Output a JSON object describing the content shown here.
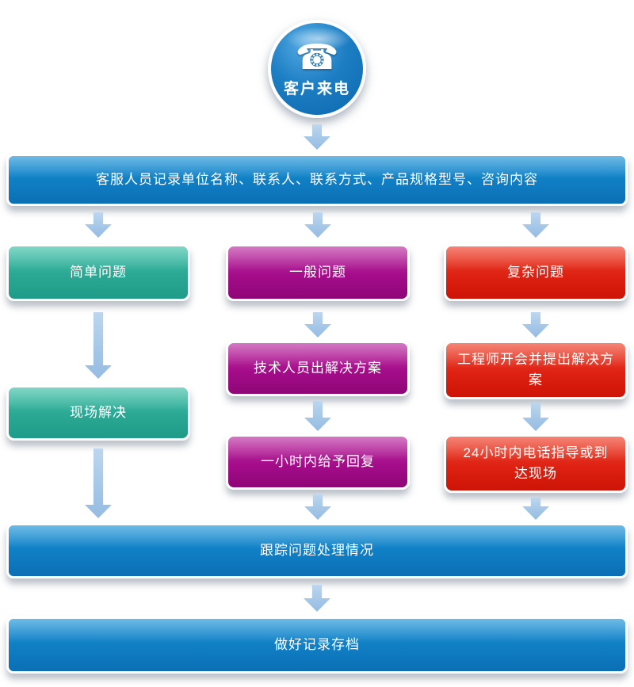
{
  "flow": {
    "start_label": "客户来电",
    "record_label": "客服人员记录单位名称、联系人、联系方式、产品规格型号、咨询内容",
    "branches": [
      {
        "head": "简单问题",
        "steps": [
          "现场解决"
        ]
      },
      {
        "head": "一般问题",
        "steps": [
          "技术人员出解决方案",
          "一小时内给予回复"
        ]
      },
      {
        "head": "复杂问题",
        "steps": [
          "工程师开会并提出解决方案",
          "24小时内电话指导或到达现场"
        ]
      }
    ],
    "track_label": "跟踪问题处理情况",
    "archive_label": "做好记录存档"
  },
  "icons": {
    "phone": "☎"
  },
  "colors": {
    "blue": "#0d74ba",
    "teal": "#2aa893",
    "magenta": "#a50c8a",
    "red": "#de2112",
    "arrow": "#a3c6e7",
    "background": "#ffffff"
  }
}
